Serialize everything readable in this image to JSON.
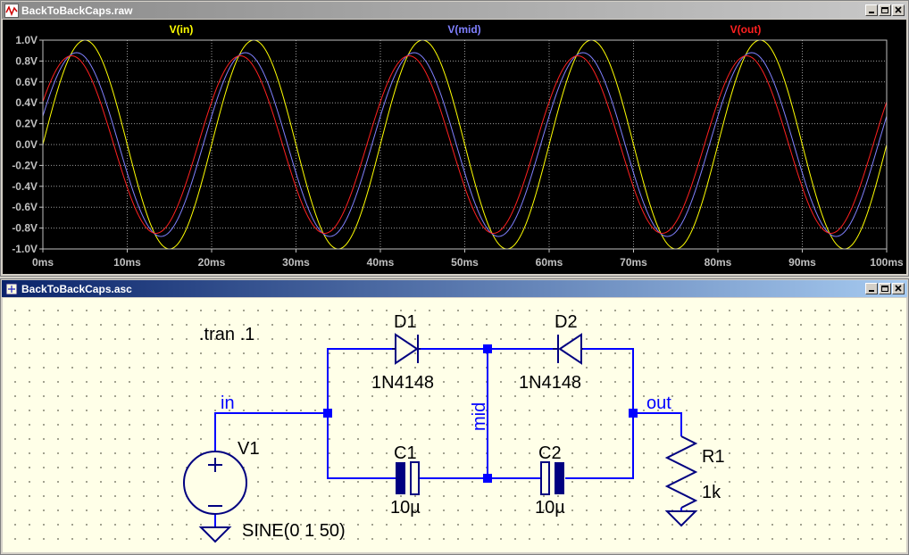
{
  "plot_window": {
    "title": "BackToBackCaps.raw",
    "controls": [
      "minimize",
      "restore",
      "close"
    ]
  },
  "schematic_window": {
    "title": "BackToBackCaps.asc",
    "controls": [
      "minimize",
      "restore",
      "close"
    ]
  },
  "chart_data": {
    "type": "line",
    "x_ticks": [
      "0ms",
      "10ms",
      "20ms",
      "30ms",
      "40ms",
      "50ms",
      "60ms",
      "70ms",
      "80ms",
      "90ms",
      "100ms"
    ],
    "y_ticks": [
      "1.0V",
      "0.8V",
      "0.6V",
      "0.4V",
      "0.2V",
      "0.0V",
      "-0.2V",
      "-0.4V",
      "-0.6V",
      "-0.8V",
      "-1.0V"
    ],
    "xlim": [
      0,
      100
    ],
    "ylim": [
      -1.0,
      1.0
    ],
    "grid": true,
    "background": "#000000",
    "frequency_hz": 50,
    "series": [
      {
        "name": "V(in)",
        "color": "#ffff00",
        "amplitude": 1.0,
        "phase_lag_ms": 0.0
      },
      {
        "name": "V(mid)",
        "color": "#8080ff",
        "amplitude": 0.88,
        "phase_lag_ms": -1.0
      },
      {
        "name": "V(out)",
        "color": "#ff2020",
        "amplitude": 0.85,
        "phase_lag_ms": -1.6
      }
    ]
  },
  "schematic": {
    "directive": ".tran .1",
    "components": {
      "D1": {
        "name": "D1",
        "value": "1N4148"
      },
      "D2": {
        "name": "D2",
        "value": "1N4148"
      },
      "C1": {
        "name": "C1",
        "value": "10µ"
      },
      "C2": {
        "name": "C2",
        "value": "10µ"
      },
      "R1": {
        "name": "R1",
        "value": "1k"
      },
      "V1": {
        "name": "V1",
        "value": "SINE(0 1 50)"
      }
    },
    "nets": {
      "in": "in",
      "mid": "mid",
      "out": "out"
    },
    "colors": {
      "wire": "#0000ff",
      "component": "#000080",
      "text": "#000000",
      "net_label": "#0000ff"
    }
  }
}
